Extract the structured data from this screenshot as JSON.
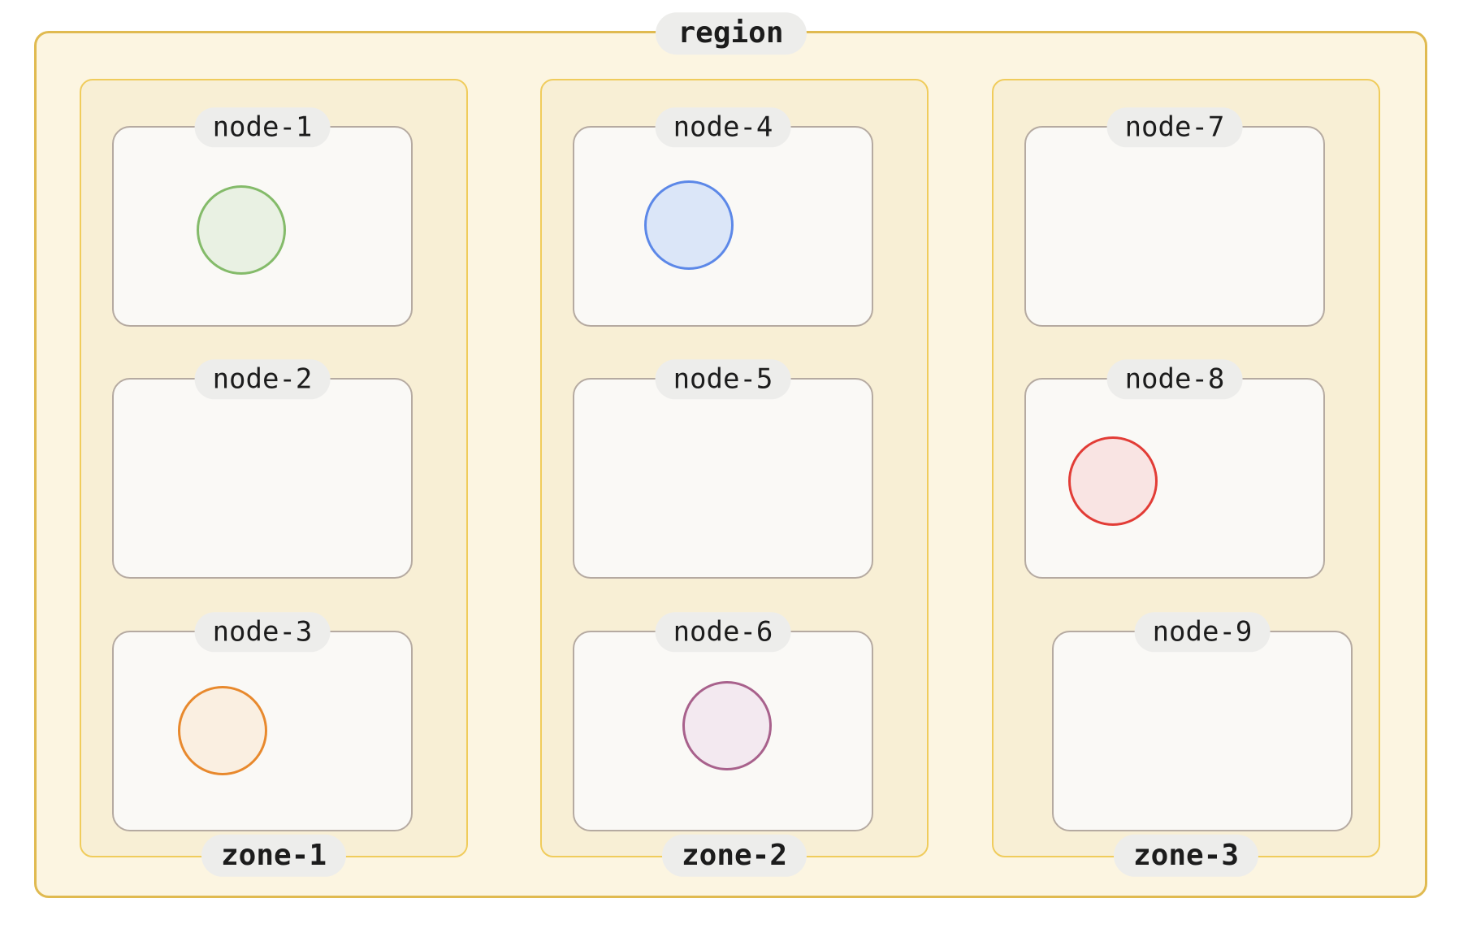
{
  "region": {
    "label": "region",
    "zones": [
      {
        "label": "zone-1",
        "nodes": [
          {
            "label": "node-1",
            "circle": {
              "name": "green-pod",
              "stroke": "#84BB6A",
              "fill": "#E9F1E3"
            }
          },
          {
            "label": "node-2",
            "circle": null
          },
          {
            "label": "node-3",
            "circle": {
              "name": "orange-pod",
              "stroke": "#E8892D",
              "fill": "#FAEFE1"
            }
          }
        ]
      },
      {
        "label": "zone-2",
        "nodes": [
          {
            "label": "node-4",
            "circle": {
              "name": "blue-pod",
              "stroke": "#5C88E8",
              "fill": "#DBE6F8"
            }
          },
          {
            "label": "node-5",
            "circle": null
          },
          {
            "label": "node-6",
            "circle": {
              "name": "purple-pod",
              "stroke": "#A8618C",
              "fill": "#F3E9F0"
            }
          }
        ]
      },
      {
        "label": "zone-3",
        "nodes": [
          {
            "label": "node-7",
            "circle": null
          },
          {
            "label": "node-8",
            "circle": {
              "name": "red-pod",
              "stroke": "#E23C36",
              "fill": "#F9E4E3"
            }
          },
          {
            "label": "node-9",
            "circle": null
          }
        ]
      }
    ]
  },
  "colors": {
    "canvas_bg": "#FFFFFF",
    "region_fill": "#FCF5E1",
    "region_border": "#E0BA50",
    "zone_fill": "#F8EFD5",
    "zone_border": "#F0CC5C",
    "node_fill": "#FAF9F6",
    "node_border": "#B5AAA1",
    "label_pill_bg": "#EDEDEB",
    "label_text": "#1C1C1C"
  }
}
